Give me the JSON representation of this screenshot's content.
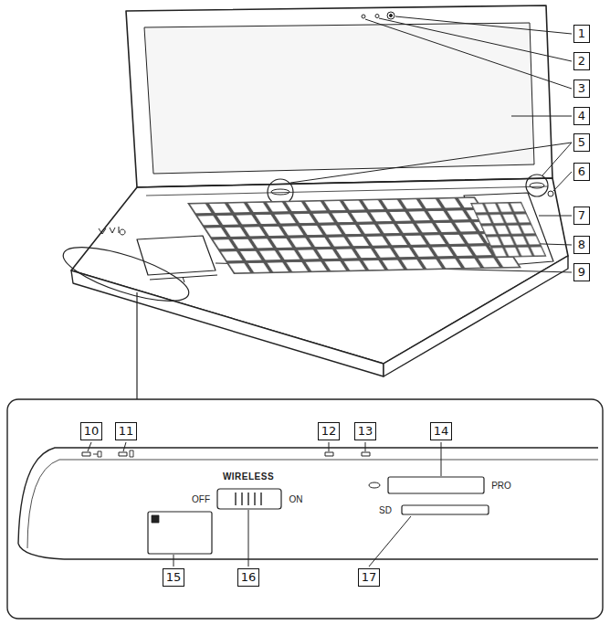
{
  "diagram": {
    "labels": [
      "1",
      "2",
      "3",
      "4",
      "5",
      "6",
      "7",
      "8",
      "9",
      "10",
      "11",
      "12",
      "13",
      "14",
      "WIRELESS",
      "OFF",
      "ON",
      "PRO",
      "SD",
      "15",
      "16",
      "17"
    ]
  }
}
